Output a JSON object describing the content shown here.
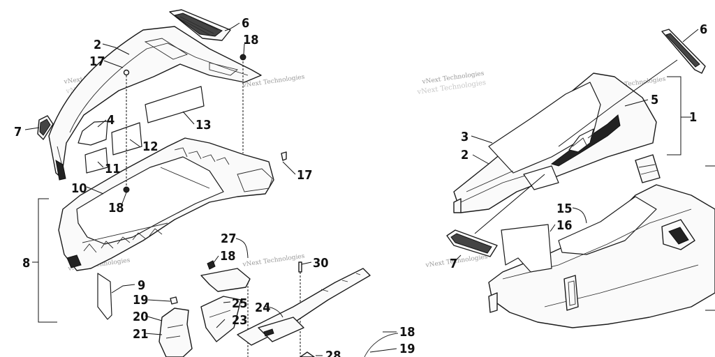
{
  "callouts": {
    "c2": "2",
    "c17a": "17",
    "c6a": "6",
    "c18a": "18",
    "c7a": "7",
    "c4": "4",
    "c13": "13",
    "c12": "12",
    "c11": "11",
    "c10": "10",
    "c18b": "18",
    "c17b": "17",
    "c8": "8",
    "c27": "27",
    "c18c": "18",
    "c30": "30",
    "c9": "9",
    "c19a": "19",
    "c25": "25",
    "c20": "20",
    "c24": "24",
    "c23": "23",
    "c21": "21",
    "c18d": "18",
    "c19b": "19",
    "c28": "28",
    "c6b": "6",
    "c1": "1",
    "c5": "5",
    "c3": "3",
    "c2b": "2",
    "c15": "15",
    "c16": "16",
    "c7b": "7"
  },
  "watermark": "vNext Technologies",
  "colors": {
    "line": "#111111",
    "watermark": "#9a9a9a",
    "background": "#ffffff"
  }
}
